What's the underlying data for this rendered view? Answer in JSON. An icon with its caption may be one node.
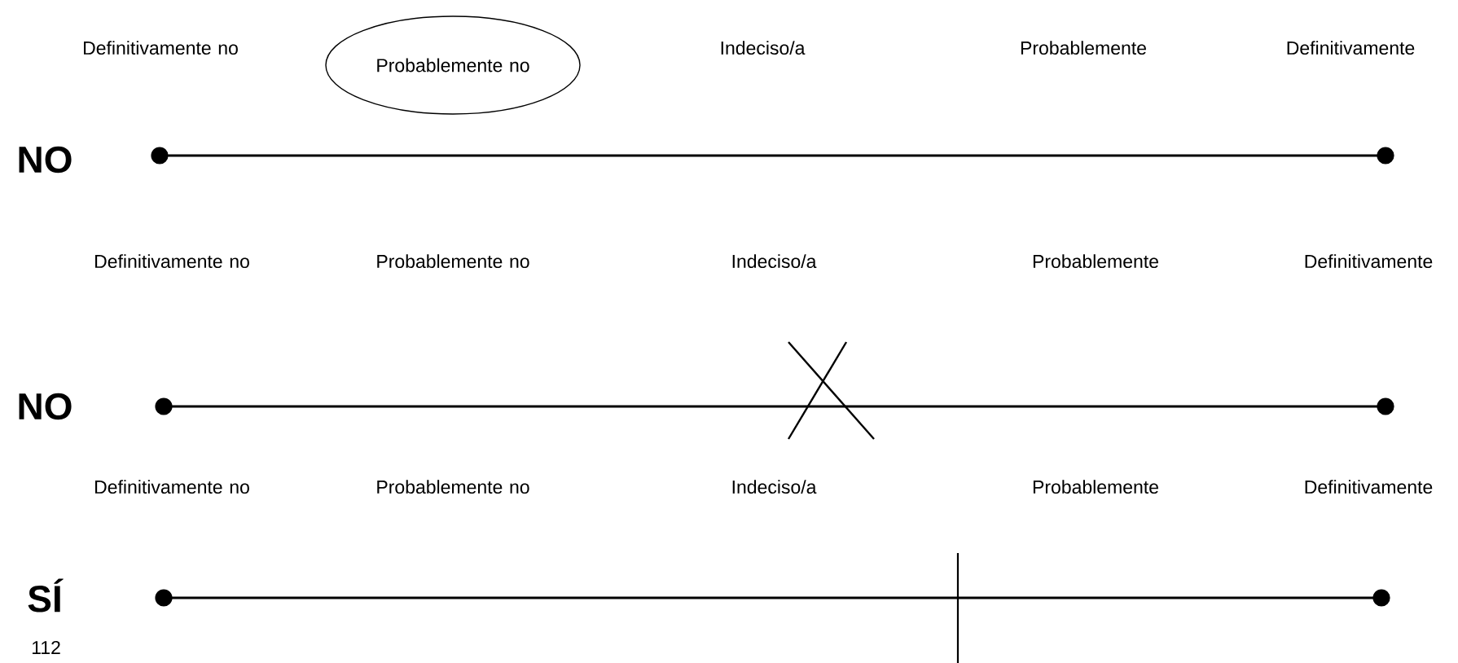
{
  "diagram": {
    "nodes": [
      {
        "text": [
          "Probablemente no"
        ]
      }
    ],
    "labels": [
      "Definitivamente no",
      "Indeciso/a",
      "Probablemente",
      "Definitivamente",
      "NO",
      "Definitivamente no",
      "Probablemente no",
      "Indeciso/a",
      "Probablemente",
      "Definitivamente",
      "NO",
      "Definitivamente no",
      "Probablemente no",
      "Indeciso/a",
      "Probablemente",
      "Definitivamente",
      "SÍ",
      "112"
    ]
  }
}
